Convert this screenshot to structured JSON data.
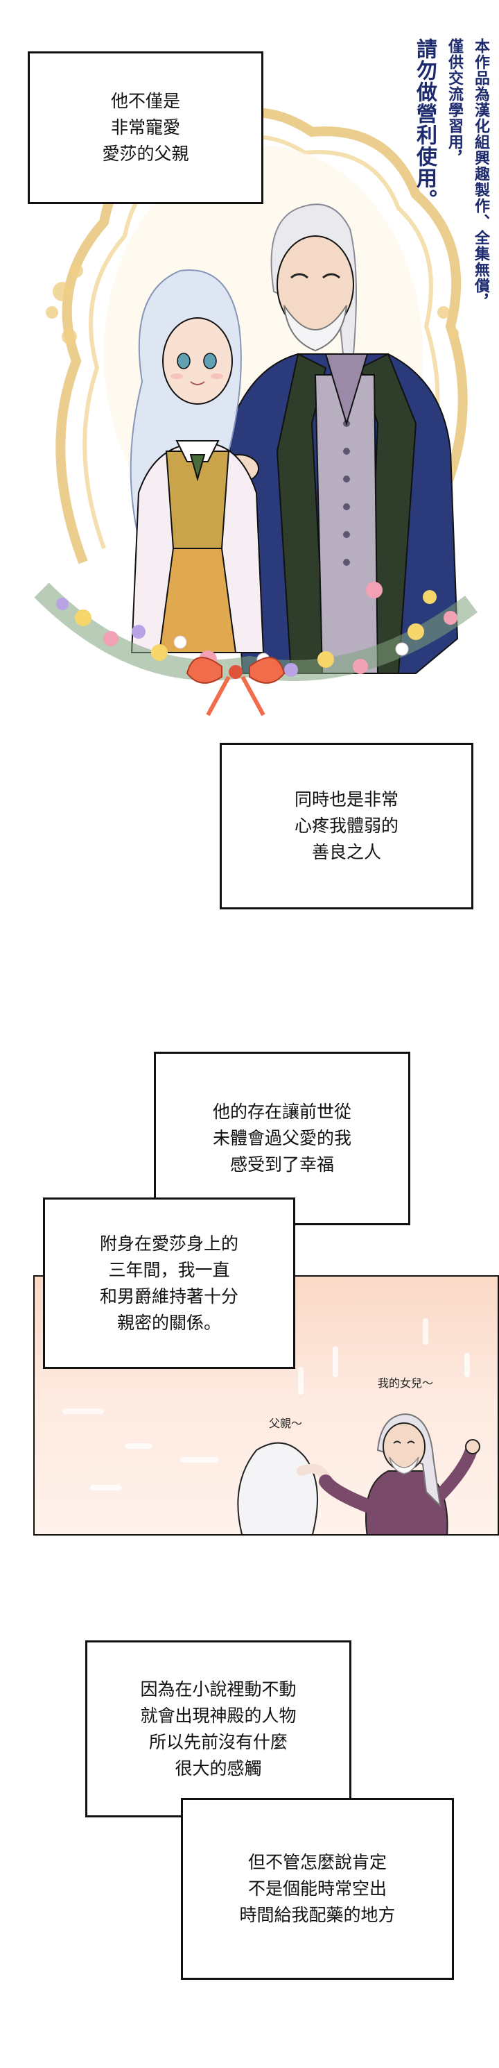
{
  "notice": {
    "line1": "本作品為漢化組興趣製作、全集無償，",
    "line2": "僅供交流學習用，",
    "line3": "請勿做營利使用。"
  },
  "caption1": [
    "他不僅是",
    "非常寵愛",
    "愛莎的父親"
  ],
  "caption2": [
    "同時也是非常",
    "心疼我體弱的",
    "善良之人"
  ],
  "caption3": [
    "他的存在讓前世從",
    "未體會過父愛的我",
    "感受到了幸福"
  ],
  "caption4": [
    "附身在愛莎身上的",
    "三年間，我一直",
    "和男爵維持著十分",
    "親密的關係。"
  ],
  "panel": {
    "sfx_father": "我的女兒～",
    "sfx_daughter": "父親～"
  },
  "caption5": [
    "因為在小說裡動不動",
    "就會出現神殿的人物",
    "所以先前沒有什麼",
    "很大的感觸"
  ],
  "caption6": [
    "但不管怎麼說肯定",
    "不是個能時常空出",
    "時間給我配藥的地方"
  ],
  "colors": {
    "notice_text": "#1d2b6e",
    "frame_gold": "#e8c47a",
    "father_coat": "#2a3a7a",
    "girl_dress": "#c9a44a",
    "panel_bg": "#fbd9c7"
  }
}
